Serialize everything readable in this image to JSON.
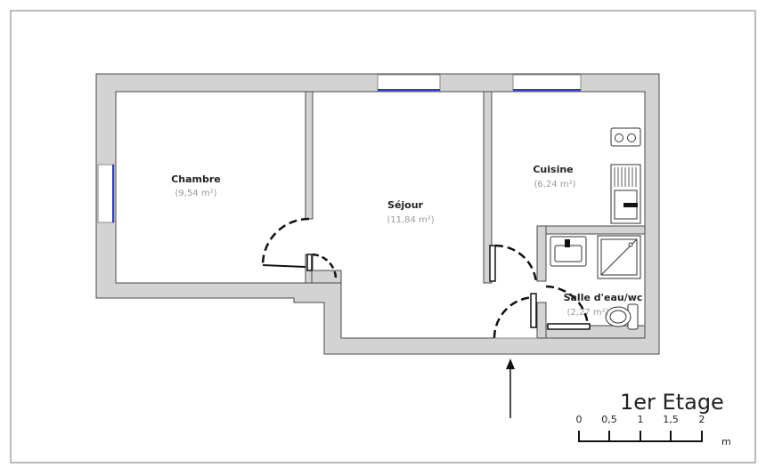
{
  "colors": {
    "wall_fill": "#d3d3d3",
    "wall_stroke": "#4a4a4a",
    "window": "#2a3bd0",
    "door": "#111111"
  },
  "rooms": [
    {
      "name": "Chambre",
      "area": "(9,54 m²)"
    },
    {
      "name": "Séjour",
      "area": "(11,84 m²)"
    },
    {
      "name": "Cuisine",
      "area": "(6,24 m²)"
    },
    {
      "name": "Salle d'eau/wc",
      "area": "(2,27 m²)"
    }
  ],
  "floor_label": "1er Etage",
  "scale": {
    "ticks": [
      "0",
      "0,5",
      "1",
      "1,5",
      "2"
    ],
    "unit": "m"
  },
  "fixtures": [
    "cooktop-icon",
    "sink-icon",
    "washbasin-icon",
    "shower-icon",
    "toilet-icon"
  ],
  "entrance": "entrance-arrow-icon"
}
